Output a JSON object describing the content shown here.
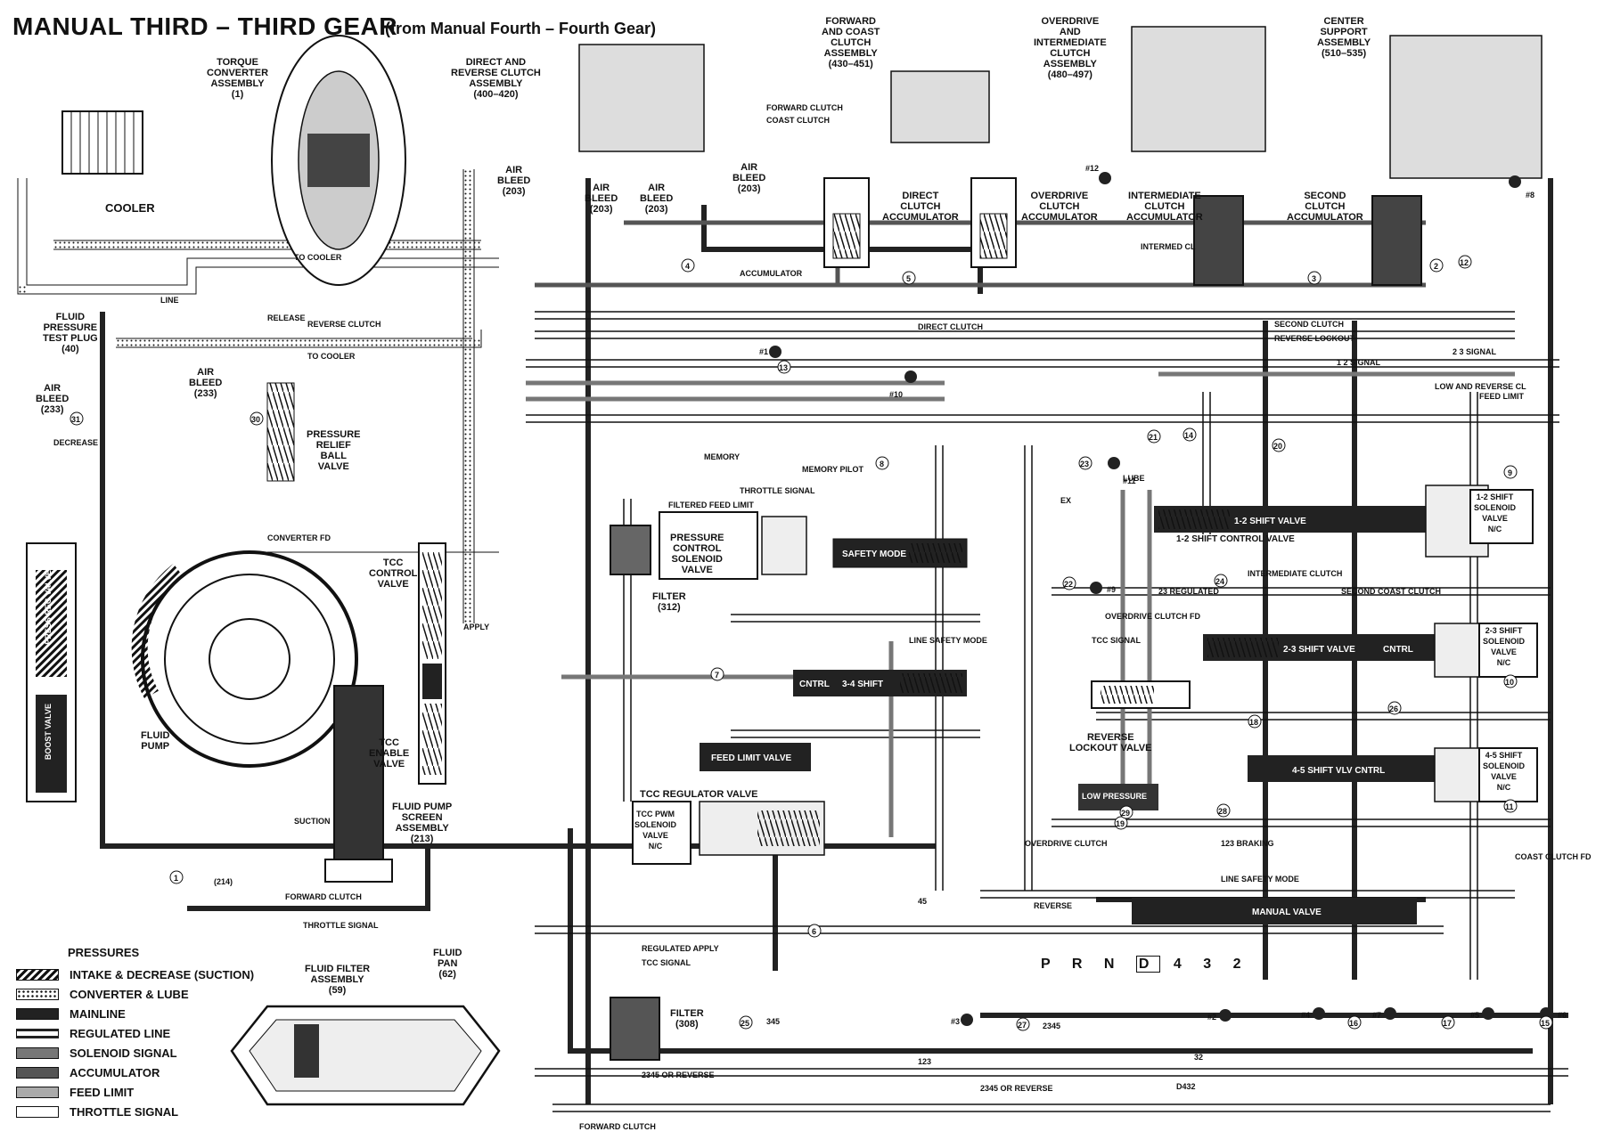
{
  "title": "MANUAL THIRD – THIRD GEAR",
  "subtitle": "(from Manual Fourth – Fourth Gear)",
  "components": {
    "torque_converter": "TORQUE\nCONVERTER\nASSEMBLY\n(1)",
    "direct_reverse_clutch": "DIRECT AND\nREVERSE CLUTCH\nASSEMBLY\n(400–420)",
    "forward_coast_clutch": "FORWARD\nAND COAST\nCLUTCH\nASSEMBLY\n(430–451)",
    "overdrive_intermediate_clutch": "OVERDRIVE\nAND\nINTERMEDIATE\nCLUTCH\nASSEMBLY\n(480–497)",
    "center_support": "CENTER\nSUPPORT\nASSEMBLY\n(510–535)",
    "cooler": "COOLER",
    "fluid_pressure_test_plug": "FLUID\nPRESSURE\nTEST PLUG\n(40)",
    "air_bleed_233_left": "AIR\nBLEED\n(233)",
    "air_bleed_233_mid": "AIR\nBLEED\n(233)",
    "pressure_relief_ball_valve": "PRESSURE\nRELIEF\nBALL\nVALVE",
    "fluid_pump": "FLUID\nPUMP",
    "tcc_control_valve": "TCC\nCONTROL\nVALVE",
    "tcc_enable_valve": "TCC\nENABLE\nVALVE",
    "fluid_pump_screen": "FLUID PUMP\nSCREEN\nASSEMBLY\n(213)",
    "fluid_filter_assembly": "FLUID FILTER\nASSEMBLY\n(59)",
    "fluid_pan": "FLUID\nPAN\n(62)",
    "air_bleed_203_a": "AIR\nBLEED\n(203)",
    "air_bleed_203_b": "AIR\nBLEED\n(203)",
    "air_bleed_203_c": "AIR\nBLEED\n(203)",
    "air_bleed_203_d": "AIR\nBLEED\n(203)",
    "direct_clutch_accumulator": "DIRECT\nCLUTCH\nACCUMULATOR",
    "overdrive_clutch_accumulator": "OVERDRIVE\nCLUTCH\nACCUMULATOR",
    "intermediate_clutch_accumulator": "INTERMEDIATE\nCLUTCH\nACCUMULATOR",
    "second_clutch_accumulator": "SECOND\nCLUTCH\nACCUMULATOR",
    "pressure_control_solenoid": "PRESSURE\nCONTROL\nSOLENOID\nVALVE",
    "filter_312": "FILTER\n(312)",
    "filter_308": "FILTER\n(308)",
    "tcc_regulator_valve": "TCC REGULATOR VALVE",
    "tcc_pwm_solenoid": "TCC PWM\nSOLENOID\nVALVE\nN/C",
    "shift_12_solenoid": "1-2 SHIFT\nSOLENOID\nVALVE\nN/C",
    "shift_23_solenoid": "2-3 SHIFT\nSOLENOID\nVALVE\nN/C",
    "shift_45_solenoid": "4-5 SHIFT\nSOLENOID\nVALVE\nN/C",
    "reverse_lockout_valve": "REVERSE\nLOCKOUT VALVE",
    "low_pressure": "LOW PRESSURE",
    "press_reg_valve": "PRESS REG VALVE",
    "boost_valve": "BOOST VALVE"
  },
  "valves": {
    "safety_mode": "SAFETY MODE",
    "shift_34": "3-4 SHIFT",
    "cntrl_34": "CNTRL",
    "feed_limit_valve": "FEED LIMIT VALVE",
    "shift_12": "1-2 SHIFT VALVE",
    "shift_12_control": "1-2 SHIFT CONTROL VALVE",
    "shift_23": "2-3 SHIFT VALVE",
    "cntrl_23": "CNTRL",
    "shift_45": "4-5 SHIFT VLV CNTRL",
    "manual_valve": "MANUAL VALVE"
  },
  "line_labels": {
    "forward_clutch": "FORWARD CLUTCH",
    "coast_clutch": "COAST CLUTCH",
    "lube": "LUBE",
    "to_cooler": "TO COOLER",
    "line": "LINE",
    "reverse_clutch": "REVERSE CLUTCH",
    "direct_clutch": "DIRECT CLUTCH",
    "reverse_lockout": "REVERSE LOCKOUT",
    "second_clutch": "SECOND CLUTCH",
    "signal_12": "1 2 SIGNAL",
    "signal_23": "2 3 SIGNAL",
    "low_reverse_cl": "LOW AND REVERSE CL",
    "feed_limit": "FEED LIMIT",
    "memory": "MEMORY",
    "memory_pilot": "MEMORY PILOT",
    "throttle_signal": "THROTTLE SIGNAL",
    "filtered_feed_limit": "FILTERED FEED LIMIT",
    "converter_fd": "CONVERTER FD",
    "apply": "APPLY",
    "release": "RELEASE",
    "decrease": "DECREASE",
    "suction": "SUCTION",
    "line_safety_mode": "LINE SAFETY MODE",
    "intermediate_clutch": "INTERMEDIATE CLUTCH",
    "second_coast_clutch": "SECOND COAST CLUTCH",
    "regulated_23": "23 REGULATED",
    "overdrive_clutch_fd": "OVERDRIVE CLUTCH FD",
    "tcc_signal": "TCC SIGNAL",
    "regulated_apply": "REGULATED APPLY",
    "accumulator": "ACCUMULATOR",
    "overdrive_clutch": "OVERDRIVE CLUTCH",
    "reverse": "REVERSE",
    "or_reverse_2345": "2345 OR REVERSE",
    "coast_clutch_fd": "COAST CLUTCH FD",
    "braking_123": "123 BRAKING",
    "d432": "D432",
    "num_45": "45",
    "num_123": "123",
    "num_2345": "2345",
    "num_345": "345",
    "num_32": "32",
    "ex": "EX",
    "intermed_cl": "INTERMED CL"
  },
  "checkballs": [
    "#1",
    "#2",
    "#3",
    "#4",
    "#5",
    "#6",
    "#7",
    "#8",
    "#9",
    "#10",
    "#11",
    "#12"
  ],
  "circled_numbers": [
    "1",
    "2",
    "3",
    "4",
    "5",
    "6",
    "7",
    "8",
    "9",
    "10",
    "11",
    "12",
    "13",
    "14",
    "15",
    "16",
    "17",
    "18",
    "19",
    "20",
    "21",
    "22",
    "23",
    "24",
    "25",
    "26",
    "27",
    "28",
    "29",
    "30",
    "31"
  ],
  "part_numbers": {
    "p214": "(214)"
  },
  "gear_selector": {
    "positions": [
      "P",
      "R",
      "N",
      "D",
      "4",
      "3",
      "2"
    ],
    "boxed": "D"
  },
  "legend": {
    "heading": "PRESSURES",
    "items": [
      {
        "label": "INTAKE & DECREASE (SUCTION)",
        "style": "intake"
      },
      {
        "label": "CONVERTER & LUBE",
        "style": "conv"
      },
      {
        "label": "MAINLINE",
        "style": "main"
      },
      {
        "label": "REGULATED LINE",
        "style": "reg"
      },
      {
        "label": "SOLENOID SIGNAL",
        "style": "sol"
      },
      {
        "label": "ACCUMULATOR",
        "style": "acc"
      },
      {
        "label": "FEED LIMIT",
        "style": "feed"
      },
      {
        "label": "THROTTLE SIGNAL",
        "style": "throttle"
      }
    ]
  },
  "colors": {
    "ink": "#111111",
    "mainline": "#222222",
    "paper": "#ffffff"
  }
}
